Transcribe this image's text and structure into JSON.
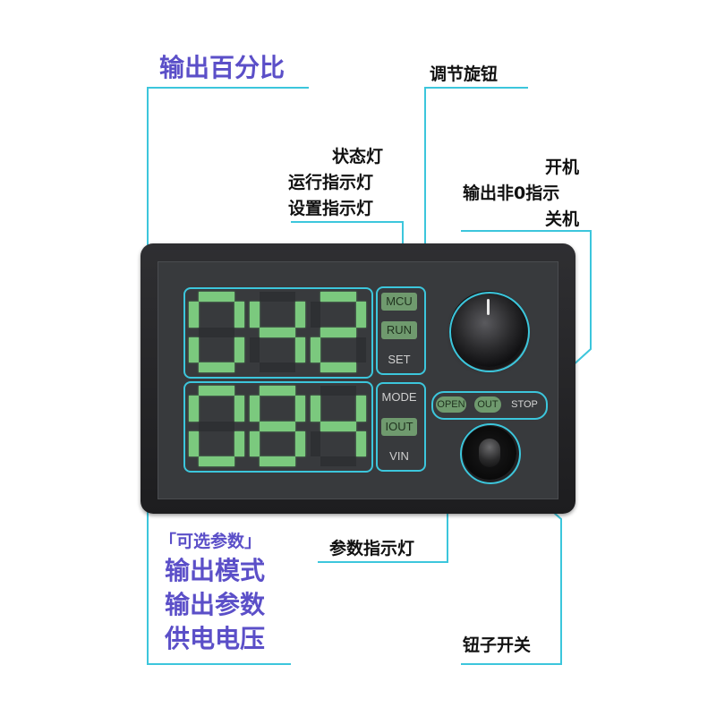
{
  "labels": {
    "output_percent": "输出百分比",
    "knob": "调节旋钮",
    "status_title": "状态灯",
    "status_run": "运行指示灯",
    "status_set": "设置指示灯",
    "power_on": "开机",
    "output_nonzero": "输出非0指示",
    "power_off": "关机",
    "optional_params": "「可选参数」",
    "output_mode": "输出模式",
    "output_param": "输出参数",
    "supply_voltage": "供电电压",
    "param_led": "参数指示灯",
    "toggle_switch": "钮子开关"
  },
  "display": {
    "top_digits": [
      "0",
      "4",
      "2"
    ],
    "bottom_digits": [
      "0",
      "8",
      "4"
    ]
  },
  "status_leds": [
    {
      "label": "MCU",
      "on": true
    },
    {
      "label": "RUN",
      "on": true
    },
    {
      "label": "SET",
      "on": false
    }
  ],
  "param_leds": [
    {
      "label": "MODE",
      "on": false
    },
    {
      "label": "IOUT",
      "on": true
    },
    {
      "label": "VIN",
      "on": false
    }
  ],
  "power_leds": [
    {
      "label": "OPEN",
      "on": true
    },
    {
      "label": "OUT",
      "on": true
    },
    {
      "label": "STOP",
      "on": false
    }
  ],
  "colors": {
    "accent_line": "#3cc6dc",
    "label_purple": "#5b4fc8",
    "segment_on": "#7bc97e"
  }
}
